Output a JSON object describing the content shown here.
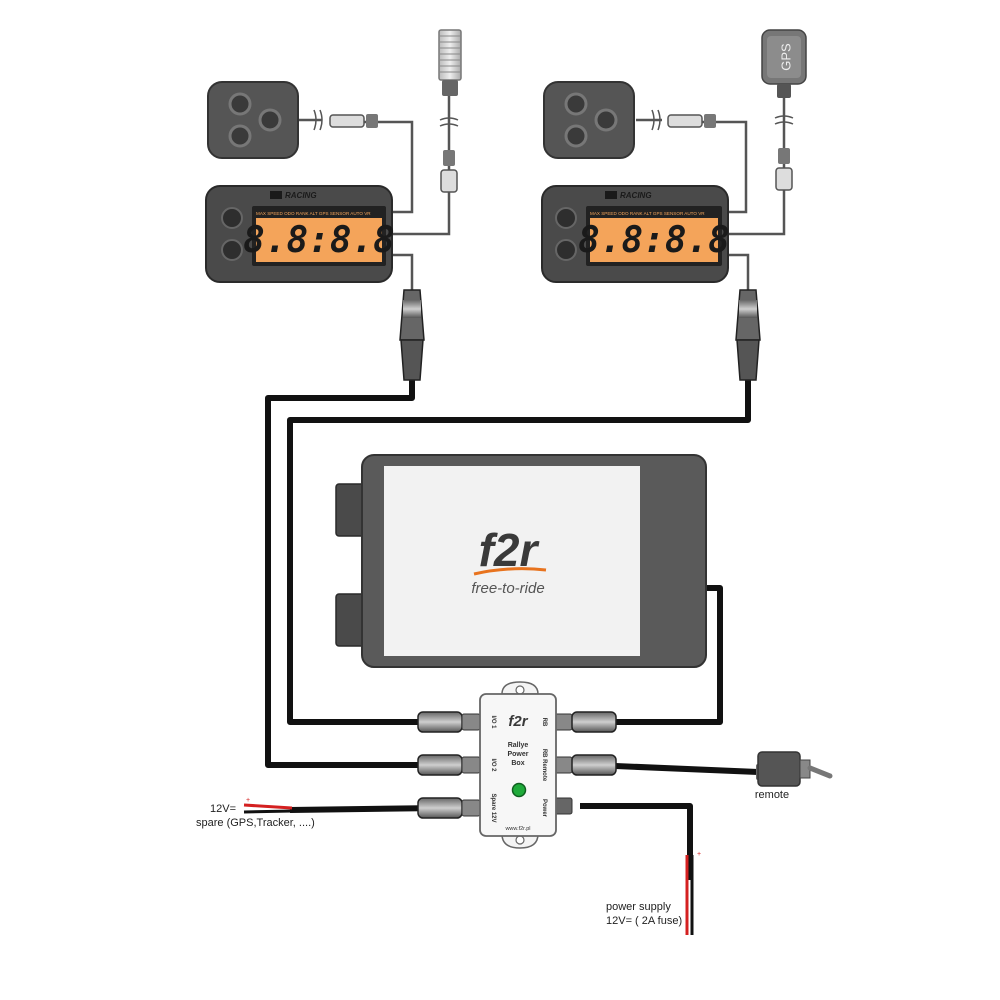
{
  "left_display": {
    "brand": "RACING",
    "indicators": "MAX SPEED ODO RANK ALT GPS SENSOR AUTO VR",
    "digits": "8.8:8.8"
  },
  "right_display": {
    "brand": "RACING",
    "indicators": "MAX SPEED ODO RANK ALT GPS SENSOR AUTO VR",
    "digits": "8.8:8.8"
  },
  "gps_antenna": {
    "label": "GPS"
  },
  "navigator": {
    "logo": "f2r",
    "tagline": "free-to-ride"
  },
  "power_box": {
    "logo": "f2r",
    "title_line1": "Rallye",
    "title_line2": "Power",
    "title_line3": "Box",
    "port_io1": "I/O 1",
    "port_io2": "I/O 2",
    "port_spare": "Spare 12V",
    "port_rb": "RB",
    "port_rb_remote": "RB Remote",
    "port_power": "Power",
    "website": "www.f2r.pl"
  },
  "labels": {
    "remote": "remote",
    "spare_line1": "12V=",
    "spare_line2": "spare (GPS,Tracker, ....)",
    "power_line1": "power supply",
    "power_line2": "12V= ( 2A fuse)"
  },
  "colors": {
    "device_dark": "#4a4a4a",
    "lcd_orange": "#f4a45a",
    "brand_orange": "#e8731e",
    "led_green": "#1faa3a",
    "wire_red": "#d42020",
    "cable_black": "#111111"
  }
}
